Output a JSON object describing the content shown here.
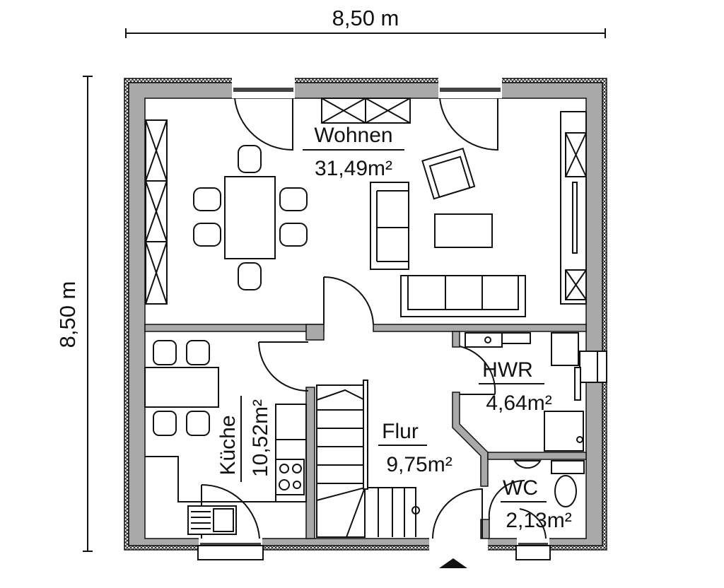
{
  "dimensions": {
    "width_label": "8,50 m",
    "height_label": "8,50 m"
  },
  "rooms": [
    {
      "name": "Wohnen",
      "area": "31,49m²"
    },
    {
      "name": "Küche",
      "area": "10,52m²"
    },
    {
      "name": "Flur",
      "area": "9,75m²"
    },
    {
      "name": "HWR",
      "area": "4,64m²"
    },
    {
      "name": "WC",
      "area": "2,13m²"
    }
  ],
  "colors": {
    "wall": "#a9a9a9",
    "line": "#111111"
  }
}
